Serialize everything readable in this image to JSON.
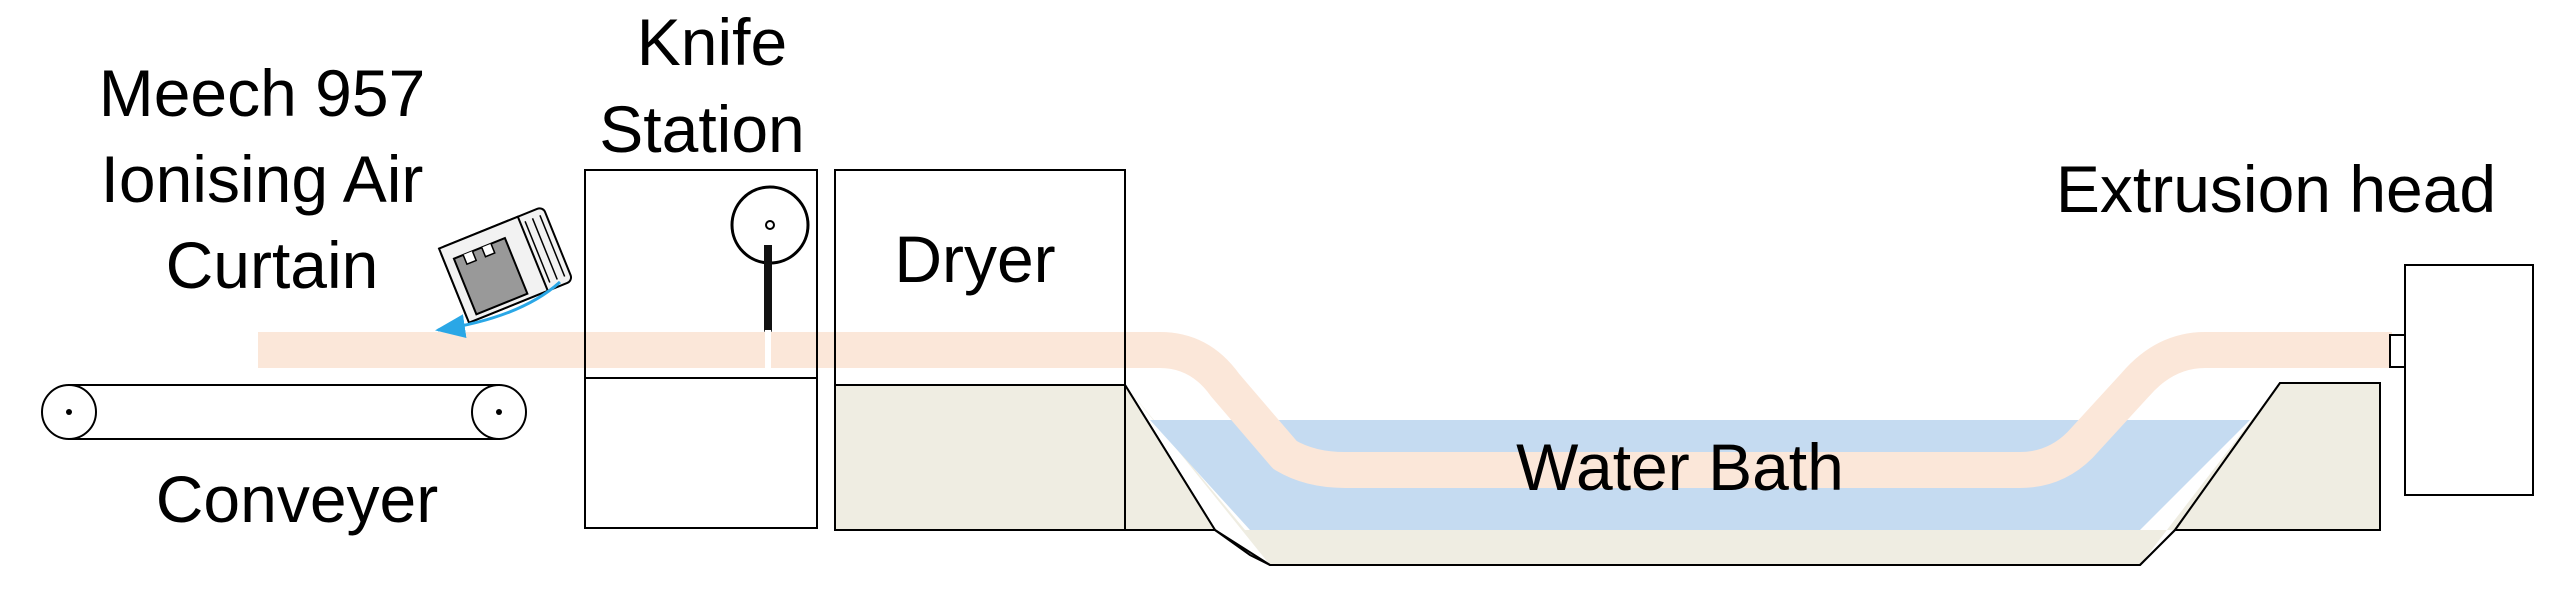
{
  "labels": {
    "knife_line1": "Knife",
    "knife_line2": "Station",
    "curtain_line1": "Meech 957",
    "curtain_line2": "Ionising Air",
    "curtain_line3": "Curtain",
    "dryer": "Dryer",
    "extrusion_head": "Extrusion head",
    "water_bath": "Water Bath",
    "conveyer": "Conveyer"
  },
  "colors": {
    "product_strip": "#fbe7d9",
    "water": "#c5dbf1",
    "tank": "#efede2",
    "airflow_arrow": "#2aa7e6",
    "curtain_body": "#f2f2f2",
    "curtain_nozzle": "#999999",
    "outline": "#000000"
  }
}
